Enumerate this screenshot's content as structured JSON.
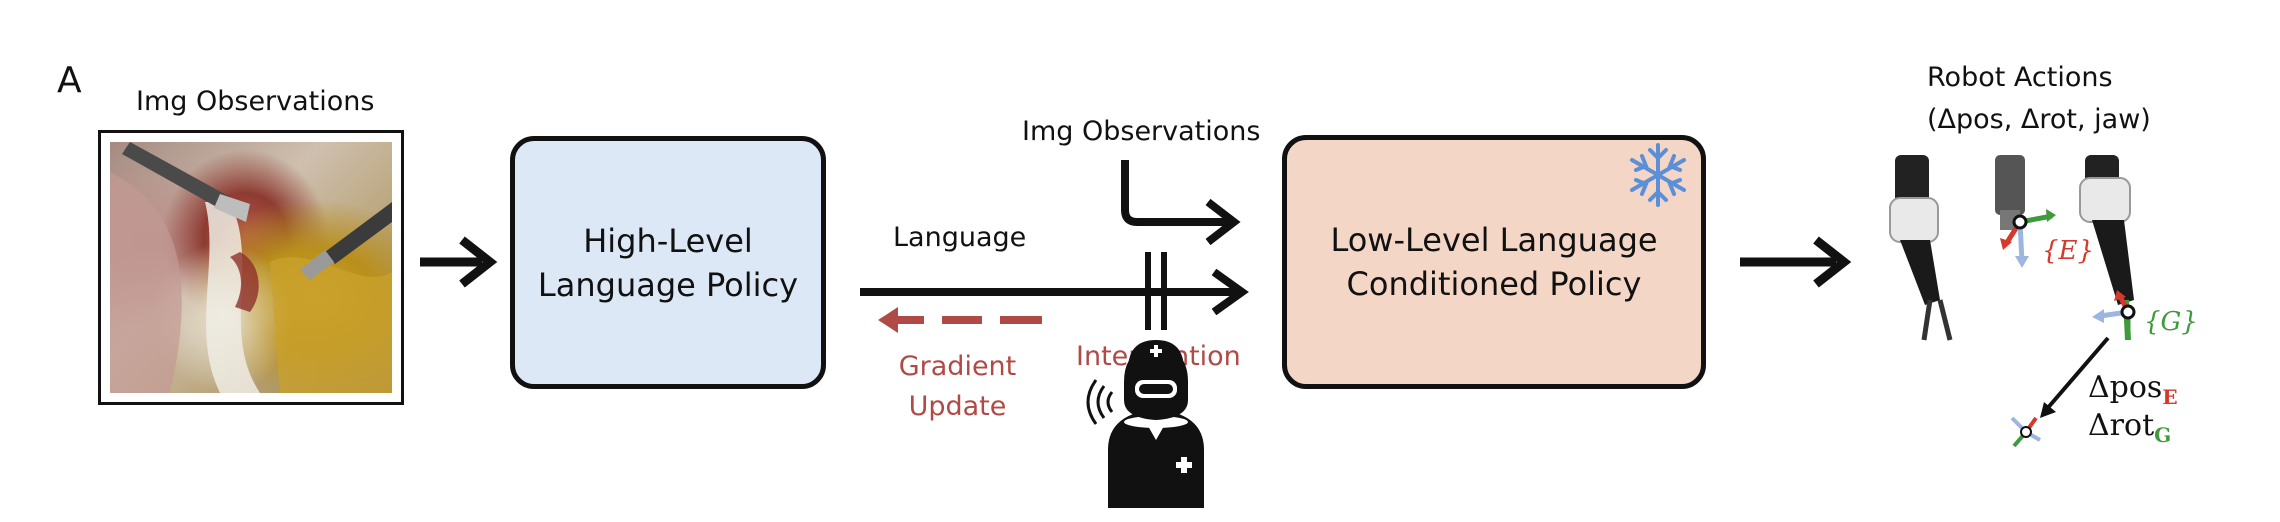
{
  "panel_label": "A",
  "input": {
    "label": "Img Observations",
    "image_desc": "surgical-scene"
  },
  "high_level": {
    "line1": "High-Level",
    "line2": "Language Policy",
    "color": "#dde8f6"
  },
  "language_label": "Language",
  "img_obs_2": "Img Observations",
  "low_level": {
    "line1": "Low-Level Language",
    "line2": "Conditioned  Policy",
    "color": "#f3d6c6"
  },
  "intervention": "Intervention",
  "gradient": {
    "line1": "Gradient",
    "line2": "Update",
    "color": "#b04a46"
  },
  "robot": {
    "title": "Robot Actions",
    "subtitle": "(Δpos, Δrot, jaw)",
    "frame_e": "{E}",
    "frame_g": "{G}",
    "dpos": "Δpos",
    "dpos_sub": "E",
    "drot": "Δrot",
    "drot_sub": "G"
  }
}
